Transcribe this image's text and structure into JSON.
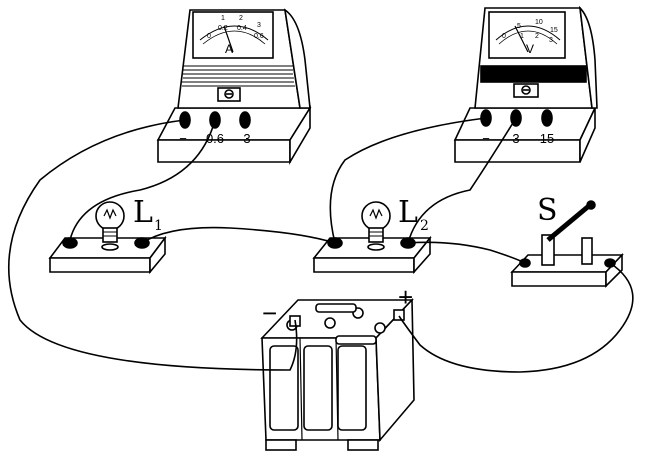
{
  "ammeter": {
    "unit": "A",
    "scale": [
      "0",
      "0.2",
      "0.4",
      "0.6",
      "1",
      "2",
      "3"
    ],
    "terminals": [
      "−",
      "0.6",
      "3"
    ]
  },
  "voltmeter": {
    "unit": "V",
    "scale": [
      "0",
      "5",
      "10",
      "15",
      "1",
      "2",
      "3"
    ],
    "terminals": [
      "−",
      "3",
      "15"
    ]
  },
  "lamp1": {
    "letter": "L",
    "sub": "1"
  },
  "lamp2": {
    "letter": "L",
    "sub": "2"
  },
  "switch": {
    "label": "S"
  },
  "battery": {
    "minus": "−",
    "plus": "+"
  }
}
